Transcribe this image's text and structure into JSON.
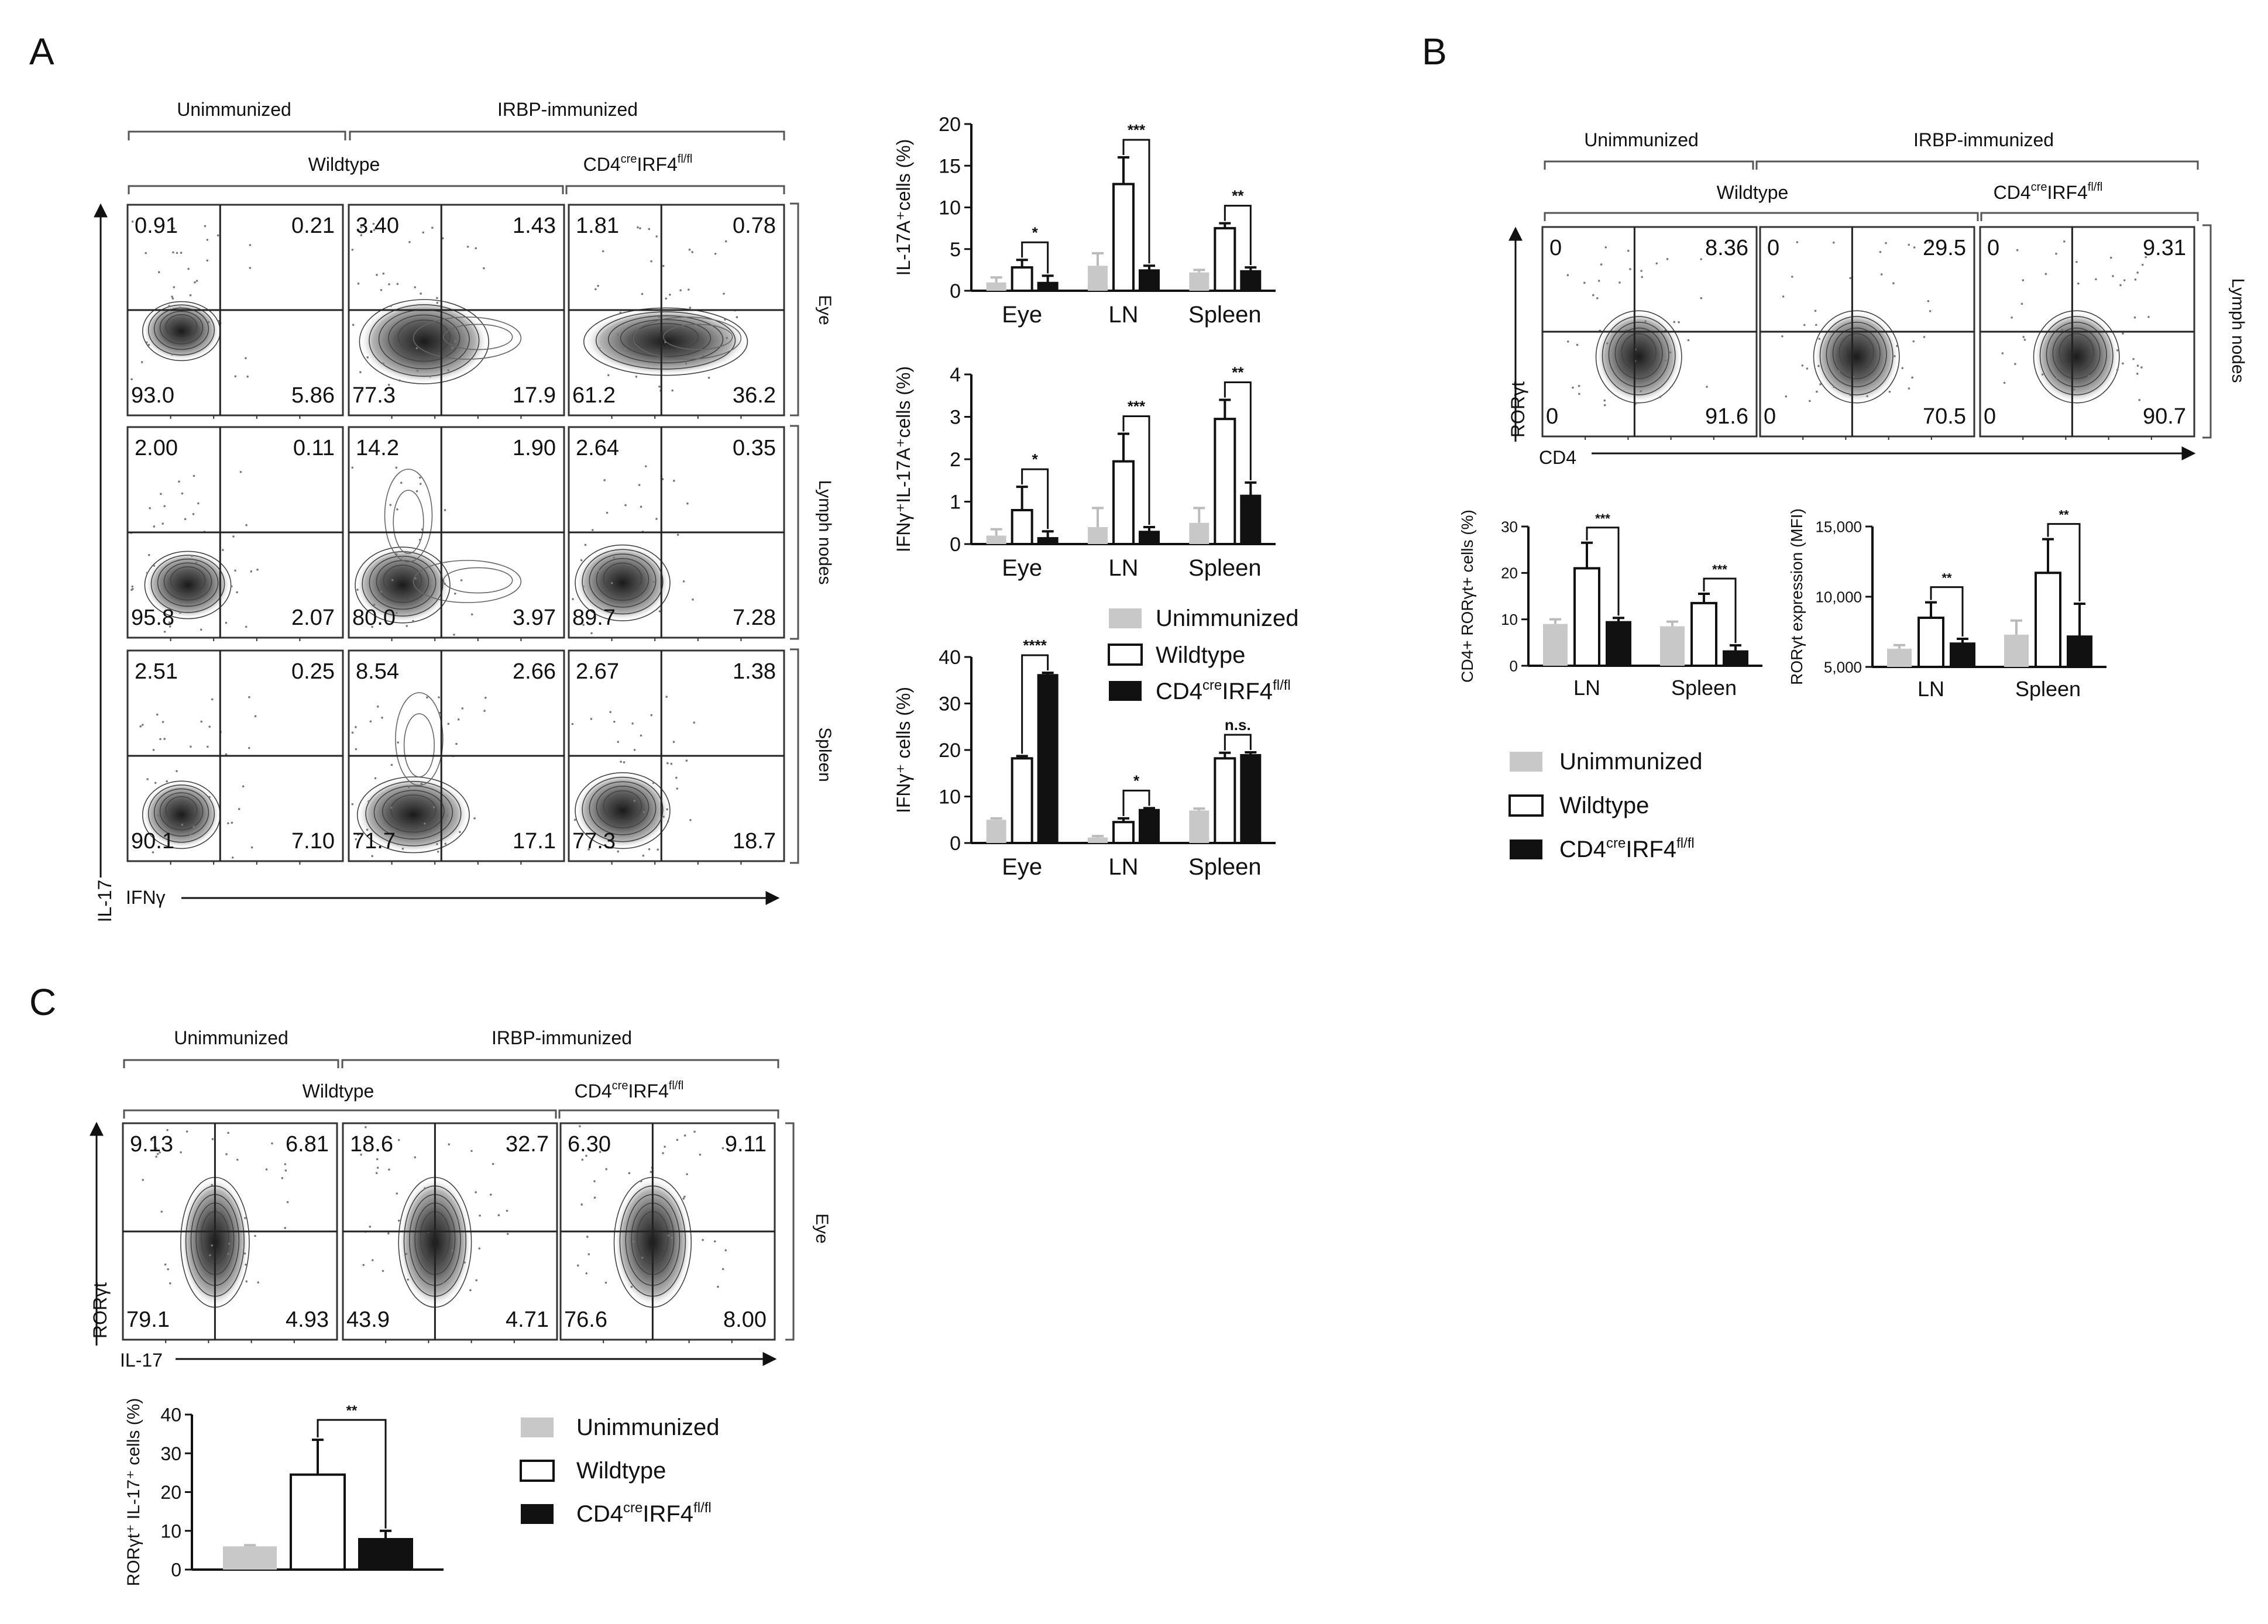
{
  "panel_letters": [
    "A",
    "B",
    "C"
  ],
  "groups": {
    "unimmunized": "Unimmunized",
    "immunized": "IRBP-immunized",
    "wildtype": "Wildtype",
    "ko_base": "CD4",
    "ko_sup1": "cre",
    "ko_mid": "IRF4",
    "ko_sup2": "fl/fl"
  },
  "colors": {
    "unimmunized": "#c8c8c8",
    "wildtype": "#ffffff",
    "knockout": "#111111"
  },
  "panel_a": {
    "y_axis": "IL-17",
    "x_axis": "IFNγ",
    "row_labels": [
      "Eye",
      "Lymph nodes",
      "Spleen"
    ],
    "flow_values": [
      [
        [
          "0.91",
          "0.21",
          "93.0",
          "5.86"
        ],
        [
          "3.40",
          "1.43",
          "77.3",
          "17.9"
        ],
        [
          "1.81",
          "0.78",
          "61.2",
          "36.2"
        ]
      ],
      [
        [
          "2.00",
          "0.11",
          "95.8",
          "2.07"
        ],
        [
          "14.2",
          "1.90",
          "80.0",
          "3.97"
        ],
        [
          "2.64",
          "0.35",
          "89.7",
          "7.28"
        ]
      ],
      [
        [
          "2.51",
          "0.25",
          "90.1",
          "7.10"
        ],
        [
          "8.54",
          "2.66",
          "71.7",
          "17.1"
        ],
        [
          "2.67",
          "1.38",
          "77.3",
          "18.7"
        ]
      ]
    ]
  },
  "panel_b": {
    "y_axis": "RORγt",
    "x_axis": "CD4",
    "row_label": "Lymph nodes",
    "flow_values": [
      [
        "0",
        "8.36",
        "0",
        "91.6"
      ],
      [
        "0",
        "29.5",
        "0",
        "70.5"
      ],
      [
        "0",
        "9.31",
        "0",
        "90.7"
      ]
    ]
  },
  "panel_c": {
    "y_axis": "RORγt",
    "x_axis": "IL-17",
    "row_label": "Eye",
    "flow_values": [
      [
        "9.13",
        "6.81",
        "79.1",
        "4.93"
      ],
      [
        "18.6",
        "32.7",
        "43.9",
        "4.71"
      ],
      [
        "6.30",
        "9.11",
        "76.6",
        "8.00"
      ]
    ]
  },
  "chart_data": [
    {
      "type": "bar",
      "panel": "A",
      "ylabel": "IL-17A⁺cells (%)",
      "categories": [
        "Eye",
        "LN",
        "Spleen"
      ],
      "ylim": [
        0,
        20
      ],
      "yticks": [
        "0",
        "5",
        "10",
        "15",
        "20"
      ],
      "series": [
        {
          "name": "Unimmunized",
          "values": [
            1.0,
            3.0,
            2.2
          ],
          "errors": [
            0.6,
            1.5,
            0.3
          ]
        },
        {
          "name": "Wildtype",
          "values": [
            2.8,
            12.8,
            7.5
          ],
          "errors": [
            0.9,
            3.2,
            0.6
          ]
        },
        {
          "name": "CD4creIRF4fl/fl",
          "values": [
            1.0,
            2.5,
            2.4
          ],
          "errors": [
            0.8,
            0.5,
            0.4
          ]
        }
      ],
      "significance": [
        {
          "category": 0,
          "label": "*"
        },
        {
          "category": 1,
          "label": "***"
        },
        {
          "category": 2,
          "label": "**"
        }
      ]
    },
    {
      "type": "bar",
      "panel": "A",
      "ylabel": "IFNγ⁺IL-17A⁺cells (%)",
      "categories": [
        "Eye",
        "LN",
        "Spleen"
      ],
      "ylim": [
        0,
        4
      ],
      "yticks": [
        "0",
        "1",
        "2",
        "3",
        "4"
      ],
      "series": [
        {
          "name": "Unimmunized",
          "values": [
            0.2,
            0.4,
            0.5
          ],
          "errors": [
            0.15,
            0.45,
            0.35
          ]
        },
        {
          "name": "Wildtype",
          "values": [
            0.8,
            1.95,
            2.95
          ],
          "errors": [
            0.55,
            0.65,
            0.45
          ]
        },
        {
          "name": "CD4creIRF4fl/fl",
          "values": [
            0.15,
            0.3,
            1.15
          ],
          "errors": [
            0.15,
            0.1,
            0.3
          ]
        }
      ],
      "significance": [
        {
          "category": 0,
          "label": "*"
        },
        {
          "category": 1,
          "label": "***"
        },
        {
          "category": 2,
          "label": "**"
        }
      ]
    },
    {
      "type": "bar",
      "panel": "A",
      "ylabel": "IFNγ⁺ cells (%)",
      "categories": [
        "Eye",
        "LN",
        "Spleen"
      ],
      "ylim": [
        0,
        40
      ],
      "yticks": [
        "0",
        "10",
        "20",
        "30",
        "40"
      ],
      "series": [
        {
          "name": "Unimmunized",
          "values": [
            5.0,
            1.2,
            7.0
          ],
          "errors": [
            0.3,
            0.3,
            0.4
          ]
        },
        {
          "name": "Wildtype",
          "values": [
            18.2,
            4.5,
            18.2
          ],
          "errors": [
            0.5,
            0.8,
            1.2
          ]
        },
        {
          "name": "CD4creIRF4fl/fl",
          "values": [
            36.2,
            7.2,
            19.0
          ],
          "errors": [
            0.4,
            0.3,
            0.5
          ]
        }
      ],
      "significance": [
        {
          "category": 0,
          "label": "****"
        },
        {
          "category": 1,
          "label": "*"
        },
        {
          "category": 2,
          "label": "n.s."
        }
      ]
    },
    {
      "type": "bar",
      "panel": "B",
      "ylabel": "CD4+ RORγt+ cells (%)",
      "categories": [
        "LN",
        "Spleen"
      ],
      "ylim": [
        0,
        30
      ],
      "yticks": [
        "0",
        "10",
        "20",
        "30"
      ],
      "series": [
        {
          "name": "Unimmunized",
          "values": [
            9.0,
            8.5
          ],
          "errors": [
            1.0,
            1.0
          ]
        },
        {
          "name": "Wildtype",
          "values": [
            21.0,
            13.5
          ],
          "errors": [
            5.5,
            2.0
          ]
        },
        {
          "name": "CD4creIRF4fl/fl",
          "values": [
            9.5,
            3.2
          ],
          "errors": [
            0.8,
            1.2
          ]
        }
      ],
      "significance": [
        {
          "category": 0,
          "label": "***"
        },
        {
          "category": 1,
          "label": "***"
        }
      ]
    },
    {
      "type": "bar",
      "panel": "B",
      "ylabel": "RORγt expression (MFI)",
      "categories": [
        "LN",
        "Spleen"
      ],
      "ylim": [
        5000,
        15000
      ],
      "yticks": [
        "5,000",
        "10,000",
        "15,000"
      ],
      "series": [
        {
          "name": "Unimmunized",
          "values": [
            6300,
            7300
          ],
          "errors": [
            250,
            1000
          ]
        },
        {
          "name": "Wildtype",
          "values": [
            8500,
            11700
          ],
          "errors": [
            1100,
            2400
          ]
        },
        {
          "name": "CD4creIRF4fl/fl",
          "values": [
            6700,
            7200
          ],
          "errors": [
            300,
            2300
          ]
        }
      ],
      "significance": [
        {
          "category": 0,
          "label": "**"
        },
        {
          "category": 1,
          "label": "**"
        }
      ]
    },
    {
      "type": "bar",
      "panel": "C",
      "ylabel": "RORγt⁺ IL-17⁺ cells (%)",
      "categories": [
        ""
      ],
      "ylim": [
        0,
        40
      ],
      "yticks": [
        "0",
        "10",
        "20",
        "30",
        "40"
      ],
      "series": [
        {
          "name": "Unimmunized",
          "values": [
            6.0
          ],
          "errors": [
            0.3
          ]
        },
        {
          "name": "Wildtype",
          "values": [
            24.5
          ],
          "errors": [
            9.0
          ]
        },
        {
          "name": "CD4creIRF4fl/fl",
          "values": [
            8.0
          ],
          "errors": [
            2.0
          ]
        }
      ],
      "significance": [
        {
          "category": 0,
          "label": "**",
          "span": [
            1,
            2
          ]
        }
      ]
    }
  ]
}
